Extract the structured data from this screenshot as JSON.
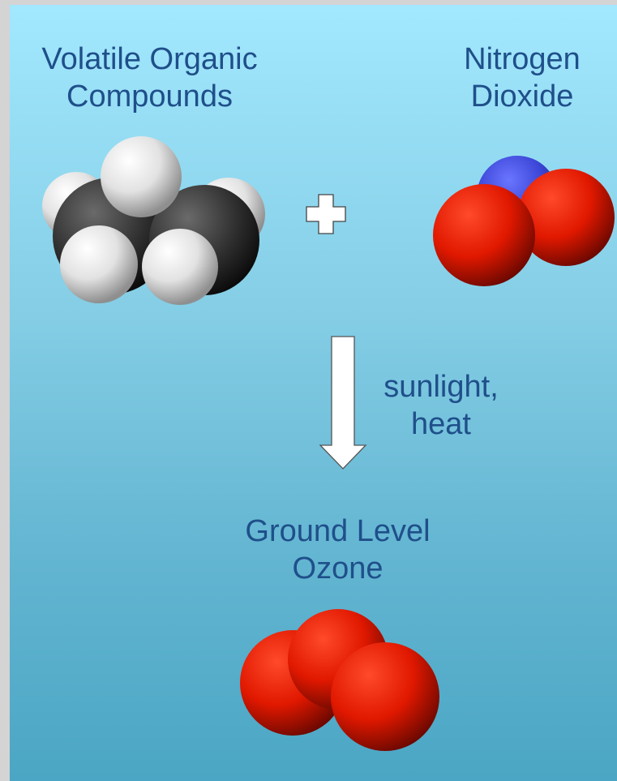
{
  "reactants": {
    "voc": {
      "line1": "Volatile Organic",
      "line2": "Compounds"
    },
    "no2": {
      "line1": "Nitrogen",
      "line2": "Dioxide"
    }
  },
  "operator": "+",
  "conditions": {
    "line1": "sunlight,",
    "line2": "heat"
  },
  "product": {
    "line1": "Ground Level",
    "line2": "Ozone"
  },
  "colors": {
    "background_top": "#a2e8fe",
    "background_bottom": "#4aa6c4",
    "label_text": "#1f4f8a",
    "carbon": "#2c2c2c",
    "hydrogen": "#e6e6e6",
    "oxygen": "#e01800",
    "nitrogen": "#3b45d6"
  }
}
